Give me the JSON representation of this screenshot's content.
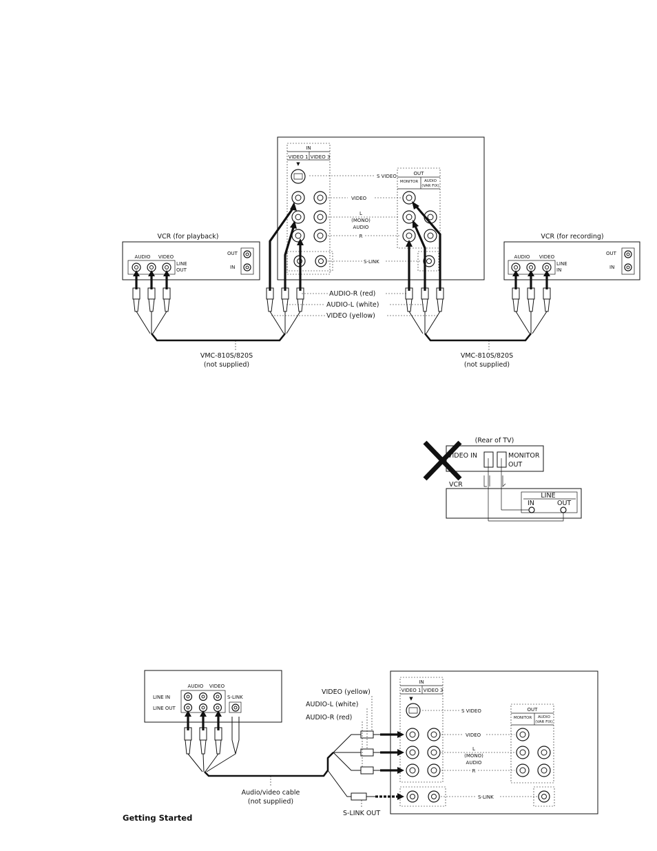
{
  "top_diagram": {
    "tv_panel": {
      "in_label": "IN",
      "video1_label": "VIDEO 1",
      "video3_label": "VIDEO 3",
      "svideo_label": "S VIDEO",
      "video_label": "VIDEO",
      "l_label": "L",
      "mono_label": "(MONO)",
      "audio_label": "AUDIO",
      "r_label": "R",
      "slink_label": "S-LINK",
      "out_label": "OUT",
      "monitor_label": "MONITOR",
      "audio_varfix_label_1": "AUDIO",
      "audio_varfix_label_2": "(VAR FIX)"
    },
    "vcr_playback": {
      "title": "VCR (for playback)",
      "audio_label": "AUDIO",
      "video_label": "VIDEO",
      "line_label": "LINE",
      "out_label": "OUT",
      "out_side_label": "OUT",
      "in_side_label": "IN"
    },
    "vcr_recording": {
      "title": "VCR (for recording)",
      "audio_label": "AUDIO",
      "video_label": "VIDEO",
      "line_label": "LINE",
      "in_label": "IN",
      "out_side_label": "OUT",
      "in_side_label": "IN"
    },
    "cable_labels": {
      "audio_r": "AUDIO-R (red)",
      "audio_l": "AUDIO-L (white)",
      "video": "VIDEO (yellow)"
    },
    "cable_left": {
      "model": "VMC-810S/820S",
      "note": "(not supplied)"
    },
    "cable_right": {
      "model": "VMC-810S/820S",
      "note": "(not supplied)"
    }
  },
  "middle_diagram": {
    "title": "(Rear of TV)",
    "video_in_label": "VIDEO IN",
    "monitor_label": "MONITOR",
    "out_label": "OUT",
    "vcr_label": "VCR",
    "line_label": "LINE",
    "in_label": "IN",
    "line_out_label": "OUT"
  },
  "bottom_diagram": {
    "vcr_panel": {
      "audio_label": "AUDIO",
      "video_label": "VIDEO",
      "line_in_label": "LINE IN",
      "line_out_label": "LINE OUT",
      "slink_label": "S-LINK"
    },
    "cable_labels": {
      "video": "VIDEO (yellow)",
      "audio_l": "AUDIO-L (white)",
      "audio_r": "AUDIO-R (red)",
      "slink_out": "S-LINK OUT"
    },
    "cable_note_1": "Audio/video cable",
    "cable_note_2": "(not supplied)",
    "tv_panel": {
      "in_label": "IN",
      "video1_label": "VIDEO 1",
      "video3_label": "VIDEO 3",
      "svideo_label": "S VIDEO",
      "video_label": "VIDEO",
      "l_label": "L",
      "mono_label": "(MONO)",
      "audio_label": "AUDIO",
      "r_label": "R",
      "slink_label": "S-LINK",
      "out_label": "OUT",
      "monitor_label": "MONITOR",
      "audio_varfix_label_1": "AUDIO",
      "audio_varfix_label_2": "(VAR FIX)"
    }
  },
  "footer": {
    "section_title": "Getting Started"
  }
}
